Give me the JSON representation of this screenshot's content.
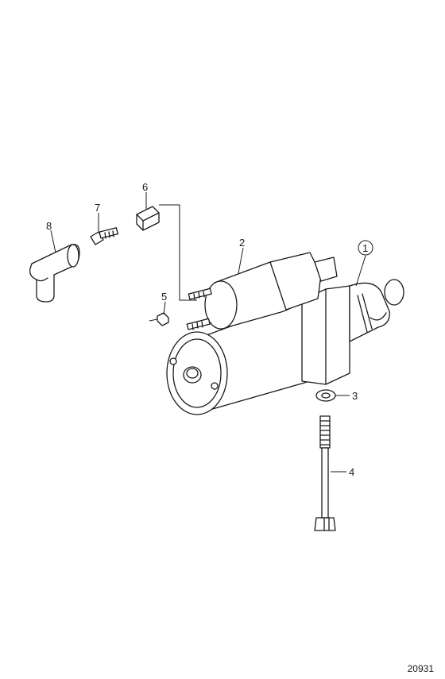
{
  "callouts": {
    "c1": "1",
    "c2": "2",
    "c3": "3",
    "c4": "4",
    "c5": "5",
    "c6": "6",
    "c7": "7",
    "c8": "8"
  },
  "figure_number": "20931"
}
